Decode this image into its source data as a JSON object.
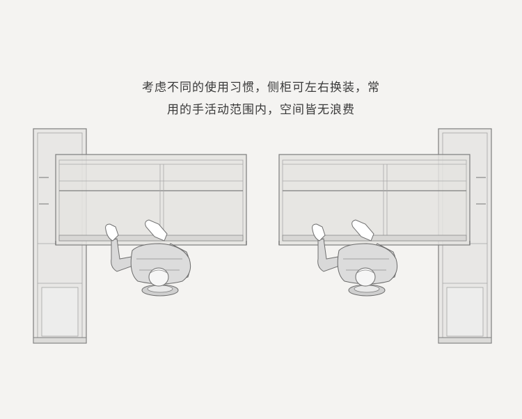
{
  "caption": {
    "line1": "考虑不同的使用习惯，侧柜可左右换装，常",
    "line2": "用的手活动范围内，空间皆无浪费"
  },
  "layouts": [
    {
      "side_cabinet": "left"
    },
    {
      "side_cabinet": "right"
    }
  ],
  "colors": {
    "background": "#f4f3f1",
    "line": "#8c8c8c",
    "panel": "#e6e5e3",
    "text": "#3a3a3a"
  }
}
